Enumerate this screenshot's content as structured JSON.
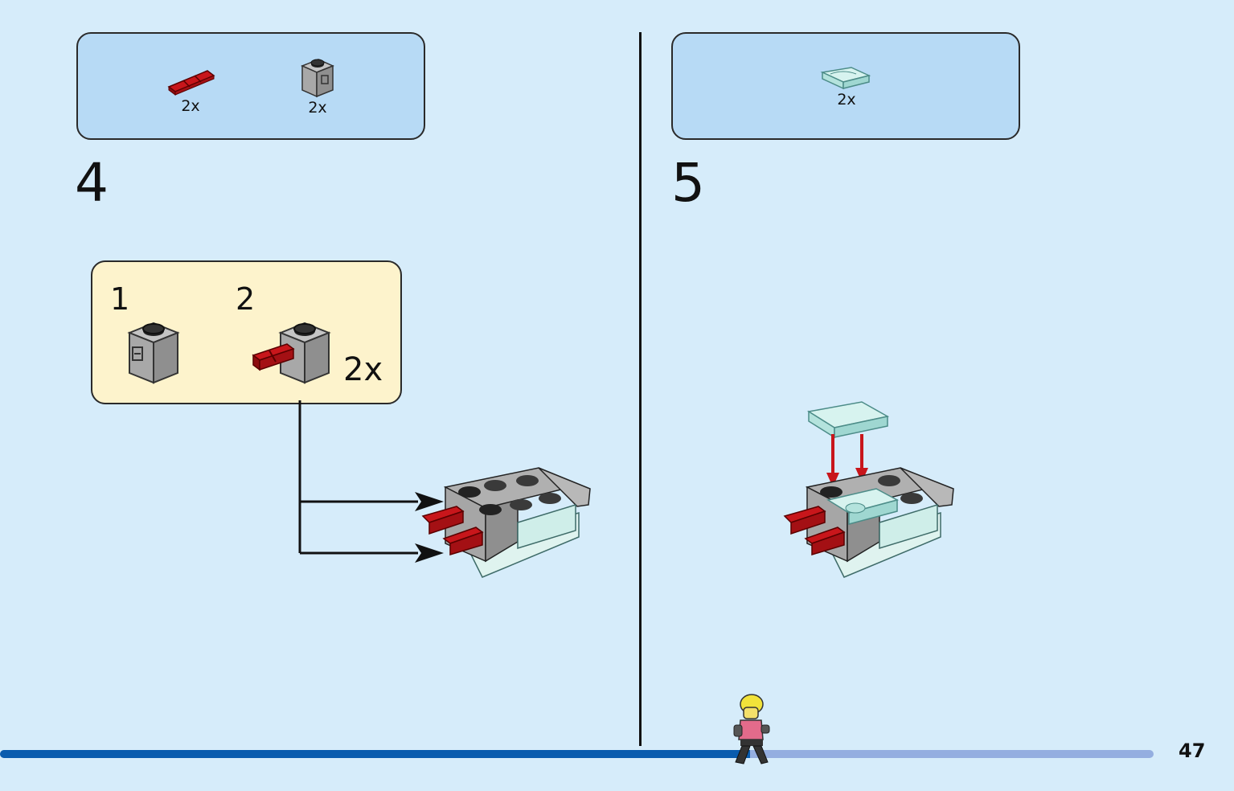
{
  "steps": [
    {
      "number": "4",
      "parts": [
        {
          "name": "red-connector-piece",
          "qty": "2x"
        },
        {
          "name": "gray-brick-with-clip",
          "qty": "2x"
        }
      ],
      "sub_assembly": {
        "sub_steps": [
          "1",
          "2"
        ],
        "qty": "2x"
      }
    },
    {
      "number": "5",
      "parts": [
        {
          "name": "trans-light-blue-curved-slope",
          "qty": "2x"
        }
      ]
    }
  ],
  "page_number": "47",
  "progress": 0.65,
  "colors": {
    "background": "#d6ecfa",
    "parts_box": "#b7daf5",
    "sub_box": "#fdf3cc",
    "progress_fill": "#0a5cae",
    "progress_track": "#94aee0",
    "brick_red": "#c8161b",
    "brick_gray": "#a3a3a3",
    "trans_blue": "#bfe8e4"
  }
}
